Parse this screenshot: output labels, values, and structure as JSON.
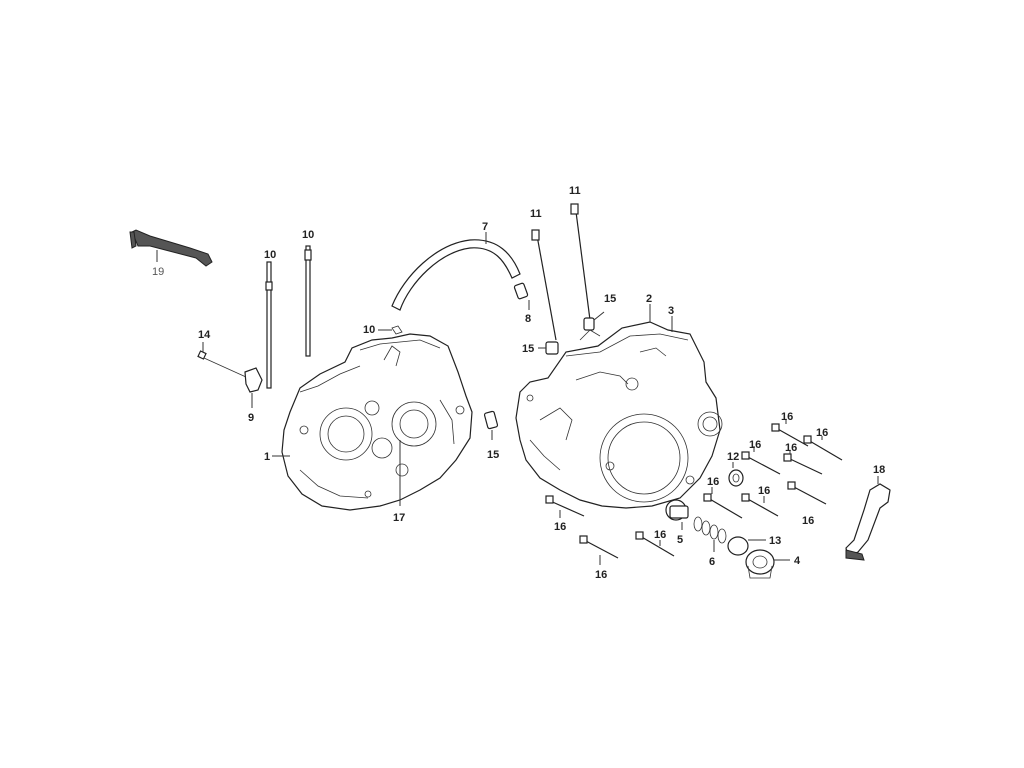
{
  "callouts": {
    "c19": "19",
    "c10a": "10",
    "c10b": "10",
    "c10c": "10",
    "c14": "14",
    "c9": "9",
    "c1": "1",
    "c17": "17",
    "c7": "7",
    "c8": "8",
    "c11a": "11",
    "c11b": "11",
    "c15a": "15",
    "c15b": "15",
    "c15c": "15",
    "c2": "2",
    "c3": "3",
    "c16a": "16",
    "c16b": "16",
    "c16c": "16",
    "c16d": "16",
    "c16e": "16",
    "c16f": "16",
    "c16g": "16",
    "c16h": "16",
    "c16i": "16",
    "c12": "12",
    "c18": "18",
    "c5": "5",
    "c6": "6",
    "c13": "13",
    "c4": "4"
  }
}
